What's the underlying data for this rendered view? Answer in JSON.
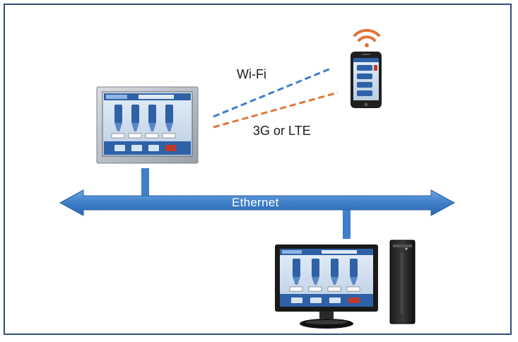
{
  "labels": {
    "wifi": "Wi-Fi",
    "cellular": "3G or LTE",
    "network": "Ethernet"
  },
  "colors": {
    "frame": "#2f4e7a",
    "bus": "#3f7fc9",
    "wifi_link": "#3f7fc9",
    "cellular_link": "#e0763a",
    "wifi_signal": "#e0763a"
  },
  "icons": {
    "panel": "hmi-touch-panel-icon",
    "phone": "smartphone-icon",
    "signal": "wifi-signal-icon",
    "monitor": "monitor-icon",
    "tower": "pc-tower-icon"
  }
}
